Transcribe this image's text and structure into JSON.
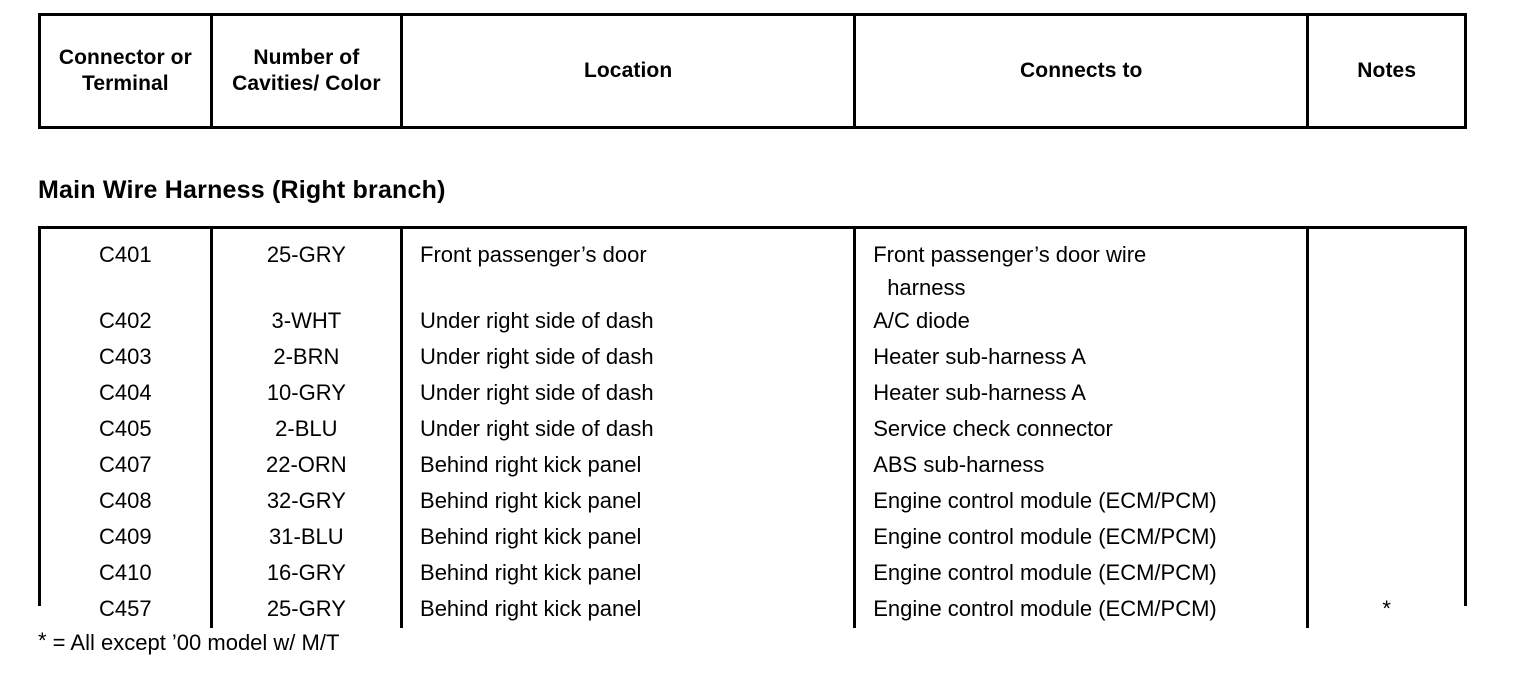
{
  "header": {
    "columns": [
      {
        "label": "Connector\nor\nTerminal",
        "name": "connector-or-terminal"
      },
      {
        "label": "Number of\nCavities/\nColor",
        "name": "number-of-cavities-color"
      },
      {
        "label": "Location",
        "name": "location"
      },
      {
        "label": "Connects to",
        "name": "connects-to"
      },
      {
        "label": "Notes",
        "name": "notes"
      }
    ]
  },
  "section": {
    "title": "Main Wire Harness (Right branch)"
  },
  "rows": [
    {
      "id": "C401",
      "cavities_color": "25-GRY",
      "location": "Front passenger’s door",
      "connects_to_line1": "Front passenger’s door wire",
      "connects_to_line2": "harness",
      "notes": ""
    },
    {
      "id": "C402",
      "cavities_color": "3-WHT",
      "location": "Under right side of dash",
      "connects_to_line1": "A/C diode",
      "connects_to_line2": "",
      "notes": ""
    },
    {
      "id": "C403",
      "cavities_color": "2-BRN",
      "location": "Under right side of dash",
      "connects_to_line1": "Heater sub-harness A",
      "connects_to_line2": "",
      "notes": ""
    },
    {
      "id": "C404",
      "cavities_color": "10-GRY",
      "location": "Under right side of dash",
      "connects_to_line1": "Heater sub-harness A",
      "connects_to_line2": "",
      "notes": ""
    },
    {
      "id": "C405",
      "cavities_color": "2-BLU",
      "location": "Under right side of dash",
      "connects_to_line1": "Service check connector",
      "connects_to_line2": "",
      "notes": ""
    },
    {
      "id": "C407",
      "cavities_color": "22-ORN",
      "location": "Behind right kick panel",
      "connects_to_line1": "ABS sub-harness",
      "connects_to_line2": "",
      "notes": ""
    },
    {
      "id": "C408",
      "cavities_color": "32-GRY",
      "location": "Behind right kick panel",
      "connects_to_line1": "Engine control module (ECM/PCM)",
      "connects_to_line2": "",
      "notes": ""
    },
    {
      "id": "C409",
      "cavities_color": "31-BLU",
      "location": "Behind right kick panel",
      "connects_to_line1": "Engine control module (ECM/PCM)",
      "connects_to_line2": "",
      "notes": ""
    },
    {
      "id": "C410",
      "cavities_color": "16-GRY",
      "location": "Behind right kick panel",
      "connects_to_line1": "Engine control module (ECM/PCM)",
      "connects_to_line2": "",
      "notes": ""
    },
    {
      "id": "C457",
      "cavities_color": "25-GRY",
      "location": "Behind right kick panel",
      "connects_to_line1": "Engine control module (ECM/PCM)",
      "connects_to_line2": "",
      "notes": "*"
    }
  ],
  "footnote": {
    "marker": "*",
    "text": " = All except ’00 model w/ M/T"
  },
  "colors": {
    "ink": "#000000",
    "paper": "#ffffff"
  }
}
